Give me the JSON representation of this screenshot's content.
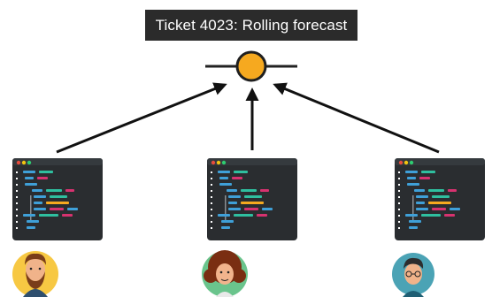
{
  "title": "Ticket 4023: Rolling forecast",
  "colors": {
    "title_bg": "#2b2b2b",
    "hub_fill": "#f6a91f",
    "hub_stroke": "#1f1f1f",
    "editor_bg": "#2a2d30",
    "avatar_left_bg": "#f7c843",
    "avatar_middle_bg": "#6ac48c",
    "avatar_right_bg": "#4ba3b5"
  },
  "nodes": [
    {
      "id": "editor-left",
      "avatar": "bearded-developer"
    },
    {
      "id": "editor-middle",
      "avatar": "curly-haired-developer"
    },
    {
      "id": "editor-right",
      "avatar": "developer-with-glasses"
    }
  ]
}
